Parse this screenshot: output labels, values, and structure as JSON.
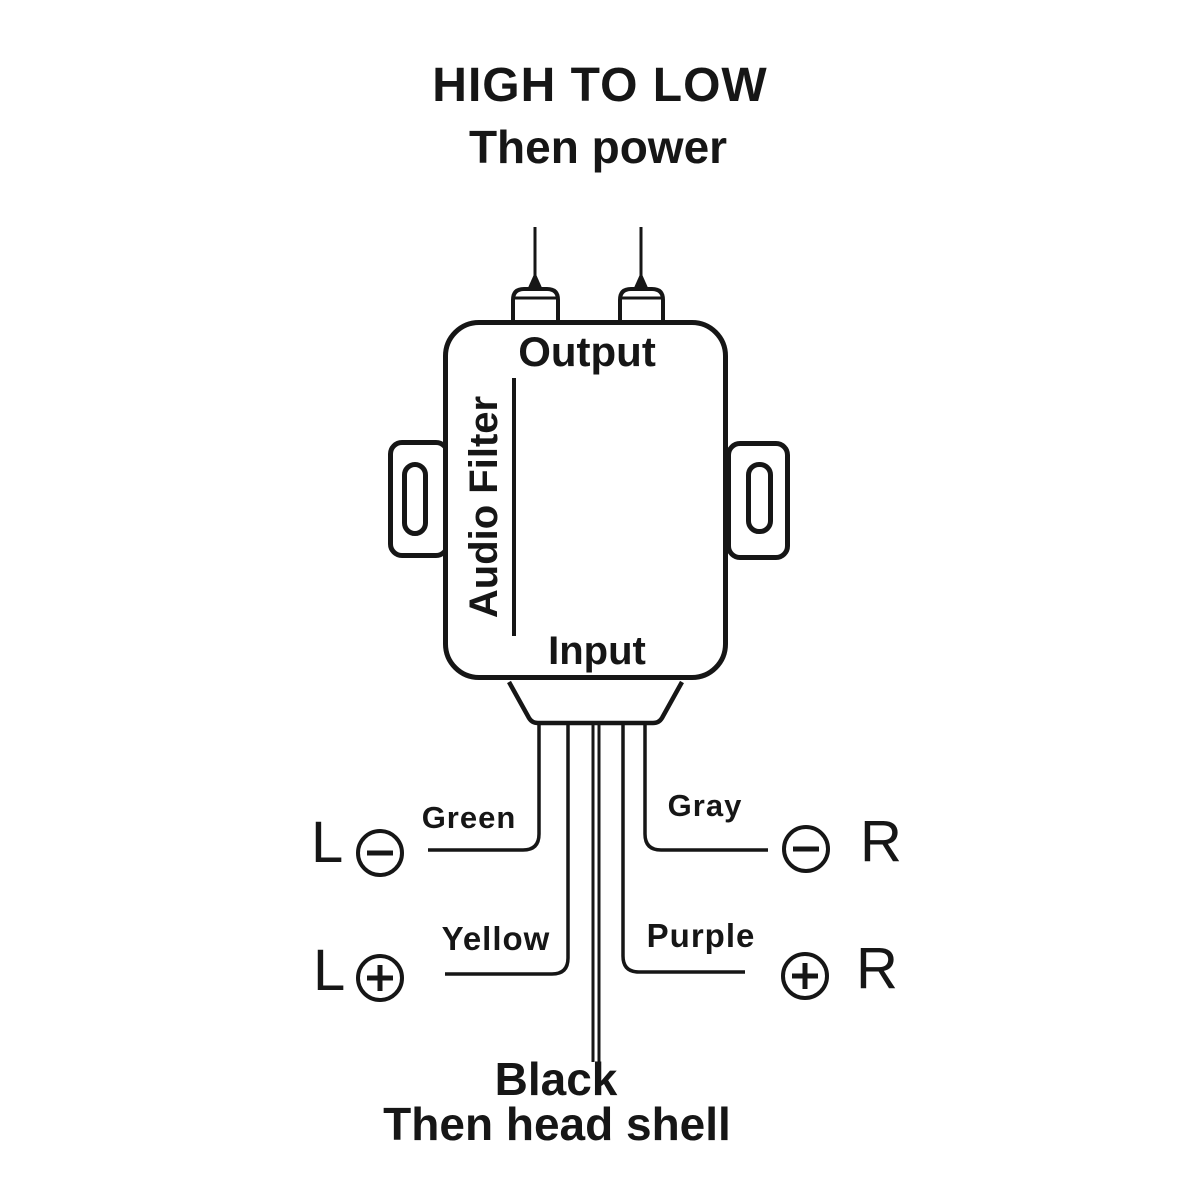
{
  "title": {
    "heading": "HIGH TO LOW",
    "subheading": "Then power"
  },
  "device": {
    "side_label": "Audio Filter",
    "top_label": "Output",
    "bottom_label": "Input",
    "icons": {
      "output_jacks": "rca-jack-icon",
      "output_wire_tip": "wire-arrow-icon",
      "mounting_tabs": "mounting-tab-icon",
      "input_connector": "input-connector-icon"
    }
  },
  "terminals": {
    "left_minus": {
      "channel": "L",
      "polarity": "minus",
      "polarity_icon": "minus-circle-icon",
      "wire_label": "Green"
    },
    "left_plus": {
      "channel": "L",
      "polarity": "plus",
      "polarity_icon": "plus-circle-icon",
      "wire_label": "Yellow"
    },
    "right_minus": {
      "channel": "R",
      "polarity": "minus",
      "polarity_icon": "minus-circle-icon",
      "wire_label": "Gray"
    },
    "right_plus": {
      "channel": "R",
      "polarity": "plus",
      "polarity_icon": "plus-circle-icon",
      "wire_label": "Purple"
    }
  },
  "ground_wire": {
    "label": "Black",
    "note": "Then head shell"
  },
  "colors": {
    "ink": "#161616",
    "background": "#ffffff"
  }
}
